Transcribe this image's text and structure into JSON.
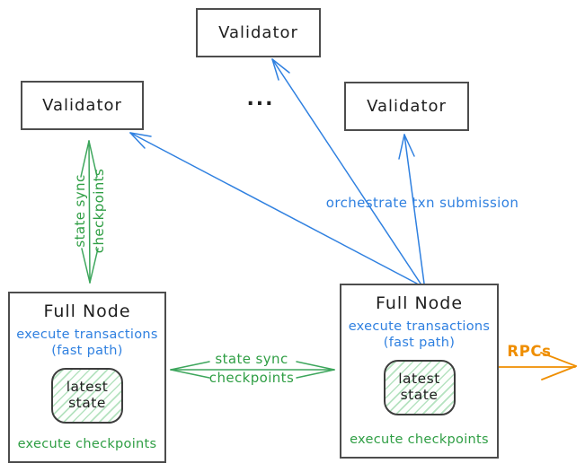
{
  "colors": {
    "blue": "#2f80e0",
    "green": "#2f9e44",
    "green-arrow": "#3da65c",
    "orange": "#ef8e00",
    "stroke": "#4d4d4d",
    "ink": "#1e1e1e"
  },
  "nodes": {
    "validator_top": {
      "label": "Validator"
    },
    "validator_left": {
      "label": "Validator"
    },
    "validator_right": {
      "label": "Validator"
    },
    "ellipsis": {
      "label": "..."
    },
    "full_node_left": {
      "title": "Full Node",
      "exec_transactions": "execute transactions",
      "fast_path": "(fast path)",
      "latest_state": "latest state",
      "exec_checkpoints": "execute checkpoints"
    },
    "full_node_right": {
      "title": "Full Node",
      "exec_transactions": "execute transactions",
      "fast_path": "(fast path)",
      "latest_state": "latest state",
      "exec_checkpoints": "execute checkpoints"
    }
  },
  "edges": {
    "state_sync_vertical": {
      "line1": "state sync",
      "line2": "checkpoints"
    },
    "state_sync_horizontal": {
      "line1": "state sync",
      "line2": "checkpoints"
    },
    "orchestrate": {
      "label": "orchestrate txn submission"
    },
    "rpcs": {
      "label": "RPCs"
    }
  }
}
